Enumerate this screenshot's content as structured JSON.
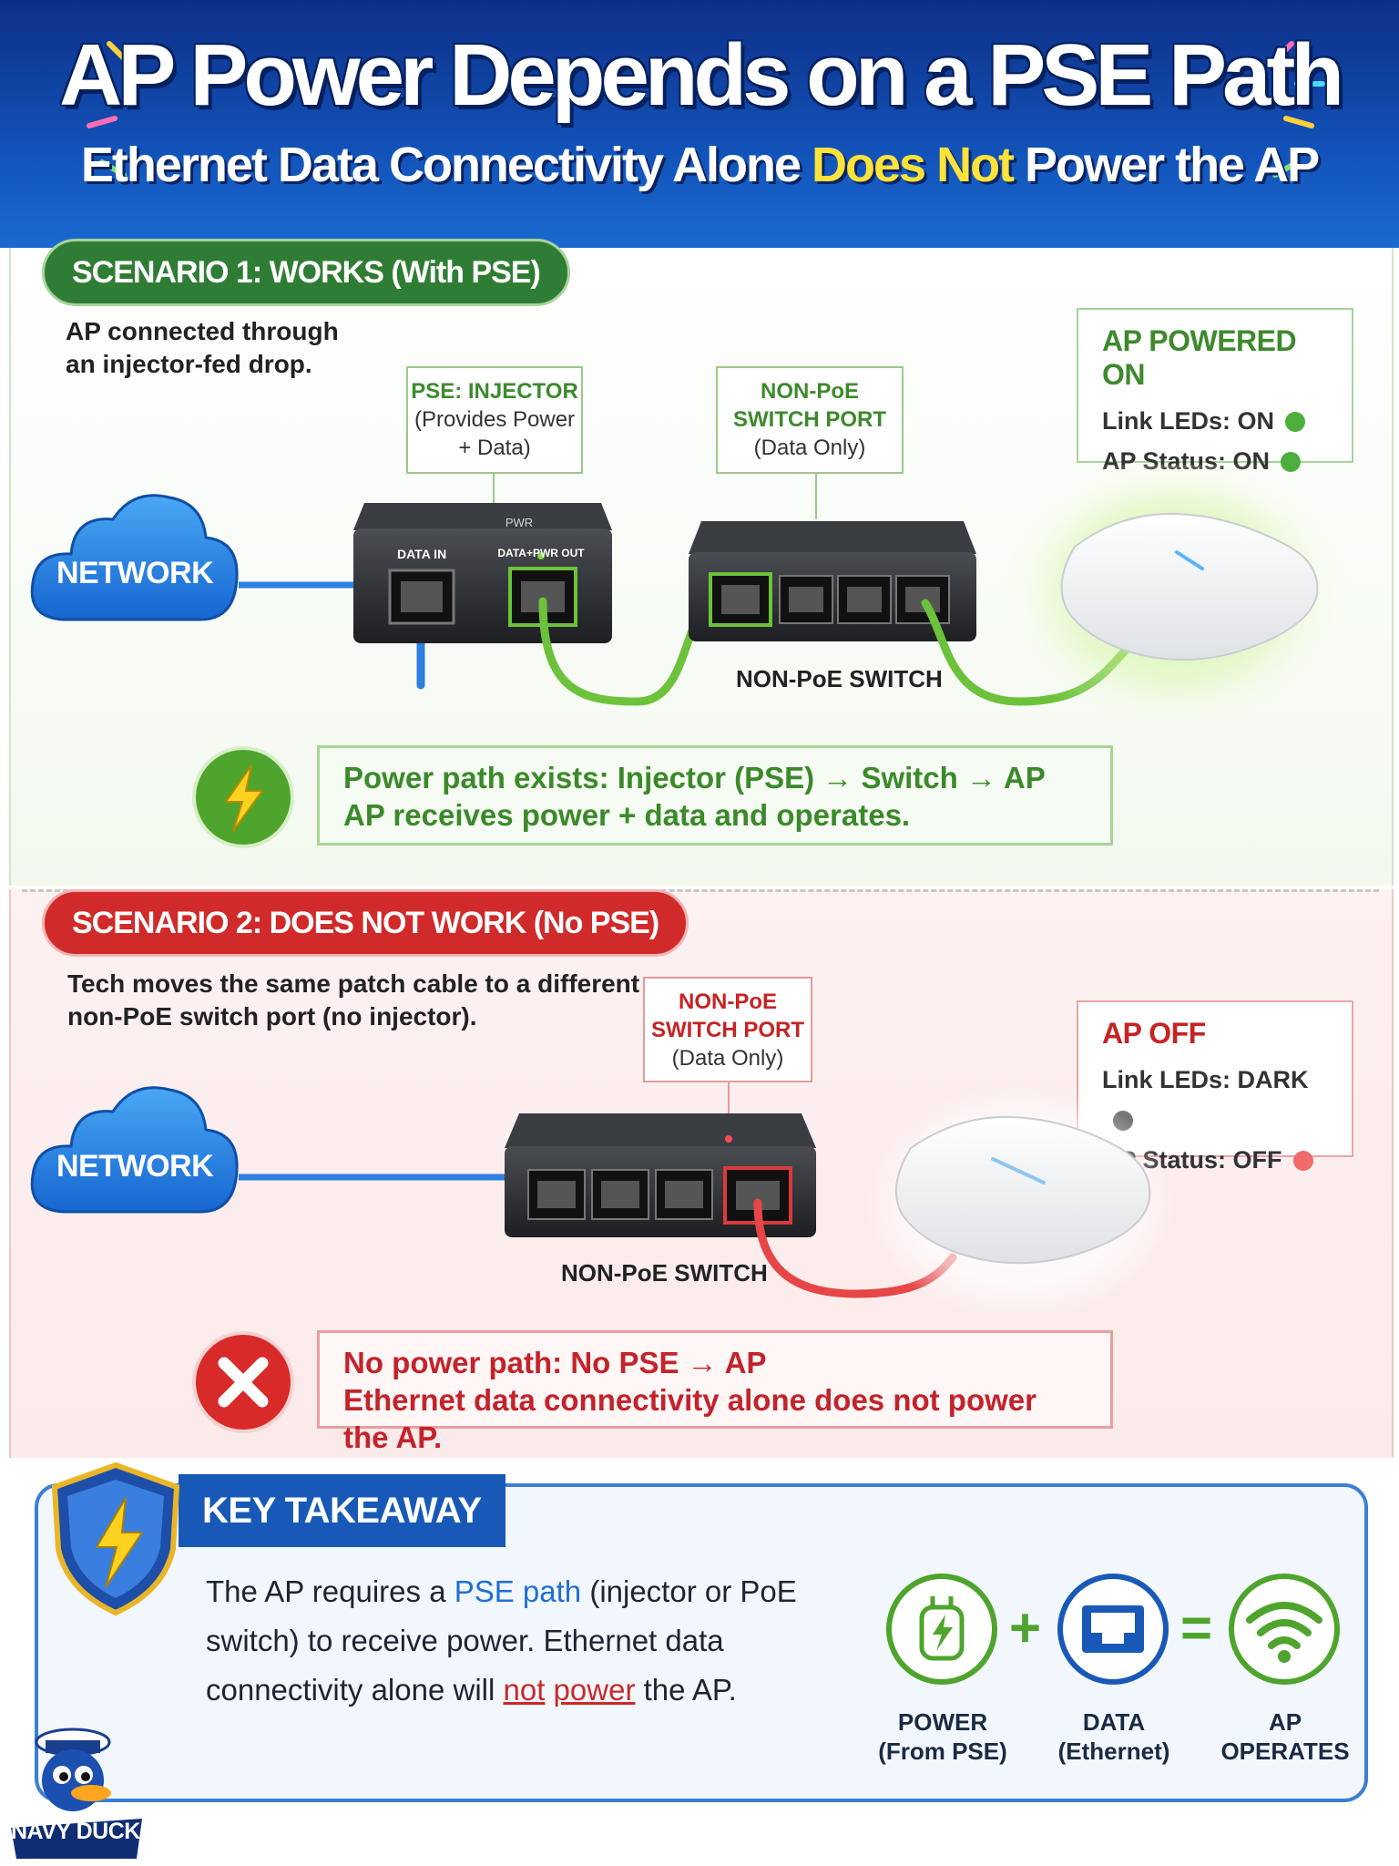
{
  "header": {
    "title": "AP Power Depends on a PSE Path",
    "subtitle_pre": "Ethernet Data Connectivity Alone ",
    "subtitle_highlight": "Does Not",
    "subtitle_post": " Power the AP"
  },
  "scenario1": {
    "pill": "SCENARIO 1: WORKS (With PSE)",
    "desc_line1": "AP connected through",
    "desc_line2": "an injector-fed drop.",
    "network_label": "NETWORK",
    "injector_callout_line1": "PSE: INJECTOR",
    "injector_callout_line2": "(Provides Power",
    "injector_callout_line3": "+ Data)",
    "switch_callout_line1": "NON-PoE",
    "switch_callout_line2": "SWITCH PORT",
    "switch_callout_line3": "(Data Only)",
    "injector_port_in": "DATA IN",
    "injector_port_out": "DATA+PWR OUT",
    "switch_label": "NON-PoE SWITCH",
    "status_title": "AP POWERED ON",
    "status_line1": "Link LEDs: ON",
    "status_line2": "AP Status: ON",
    "message_line1": "Power path exists: Injector (PSE) → Switch → AP",
    "message_line2": "AP receives power + data and operates."
  },
  "scenario2": {
    "pill": "SCENARIO 2: DOES NOT WORK (No PSE)",
    "desc_line1": "Tech moves the same patch cable to a different",
    "desc_line2": "non-PoE switch port (no injector).",
    "network_label": "NETWORK",
    "switch_callout_line1": "NON-PoE",
    "switch_callout_line2": "SWITCH PORT",
    "switch_callout_line3": "(Data Only)",
    "switch_label": "NON-PoE SWITCH",
    "status_title": "AP OFF",
    "status_line1": "Link LEDs: DARK",
    "status_line2": "AP Status: OFF",
    "message_line1": "No power path: No PSE → AP",
    "message_line2": "Ethernet data connectivity alone does not power the AP."
  },
  "takeaway": {
    "tab": "KEY TAKEAWAY",
    "text_1": "The AP requires a ",
    "text_link": "PSE path",
    "text_2": " (injector or PoE switch) to receive power. Ethernet data connectivity alone will ",
    "text_red1": "not",
    "text_space": " ",
    "text_red2": "power",
    "text_3": " the AP.",
    "eq_power_line1": "POWER",
    "eq_power_line2": "(From PSE)",
    "eq_data_line1": "DATA",
    "eq_data_line2": "(Ethernet)",
    "eq_ap_line1": "AP",
    "eq_ap_line2": "OPERATES",
    "plus": "+",
    "equals": "="
  },
  "mascot": {
    "label": "NAVY DUCK"
  },
  "colors": {
    "green": "#3d8a2d",
    "red": "#c62424",
    "blue": "#1859b8",
    "cable_green": "#6cc23a",
    "cable_red": "#e64646",
    "cable_blue": "#2d7fe0"
  },
  "icons": [
    "cloud-icon",
    "lightning-icon",
    "x-icon",
    "shield-lightning-icon",
    "power-plug-icon",
    "ethernet-port-icon",
    "wifi-icon"
  ]
}
